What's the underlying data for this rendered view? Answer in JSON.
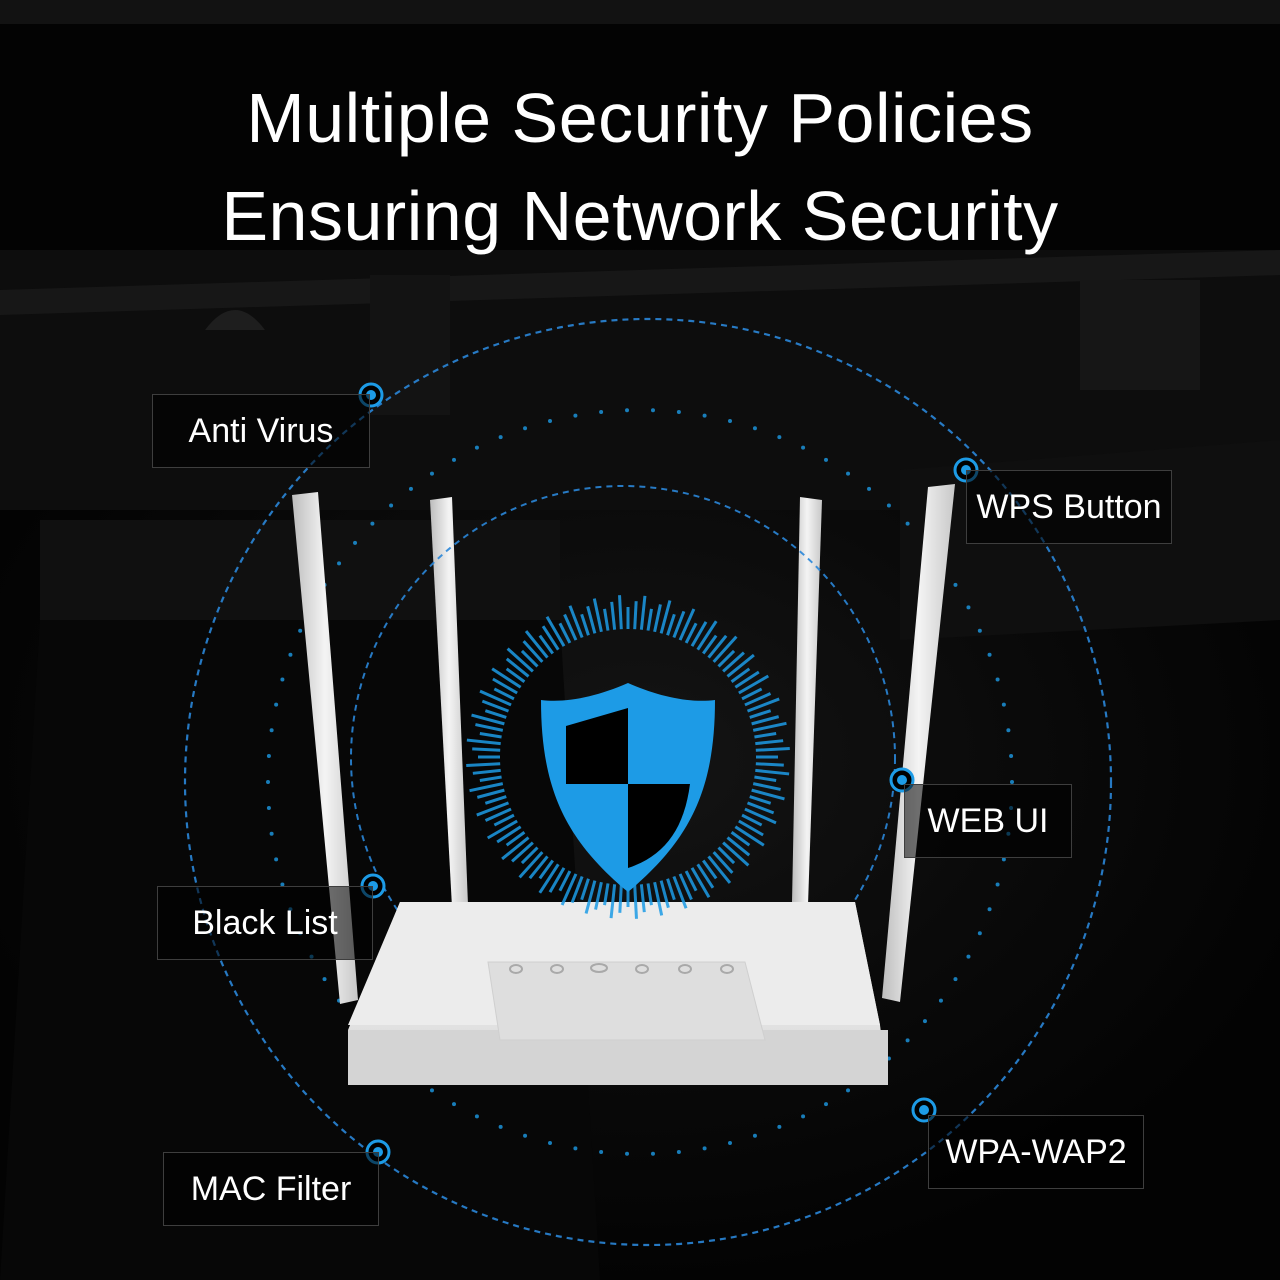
{
  "title": {
    "line1": "Multiple Security Policies",
    "line2": "Ensuring Network Security"
  },
  "features": [
    {
      "label": "Anti Virus"
    },
    {
      "label": "WPS Button"
    },
    {
      "label": "WEB UI"
    },
    {
      "label": "Black List"
    },
    {
      "label": "MAC Filter"
    },
    {
      "label": "WPA-WAP2"
    }
  ],
  "icons": [
    "shield-icon",
    "router-device",
    "connector-dot-icon"
  ],
  "colors": {
    "accent": "#1d9be6",
    "ring": "#2a86d8",
    "background": "#000000",
    "text": "#ffffff",
    "router": "#e9e9e9"
  }
}
